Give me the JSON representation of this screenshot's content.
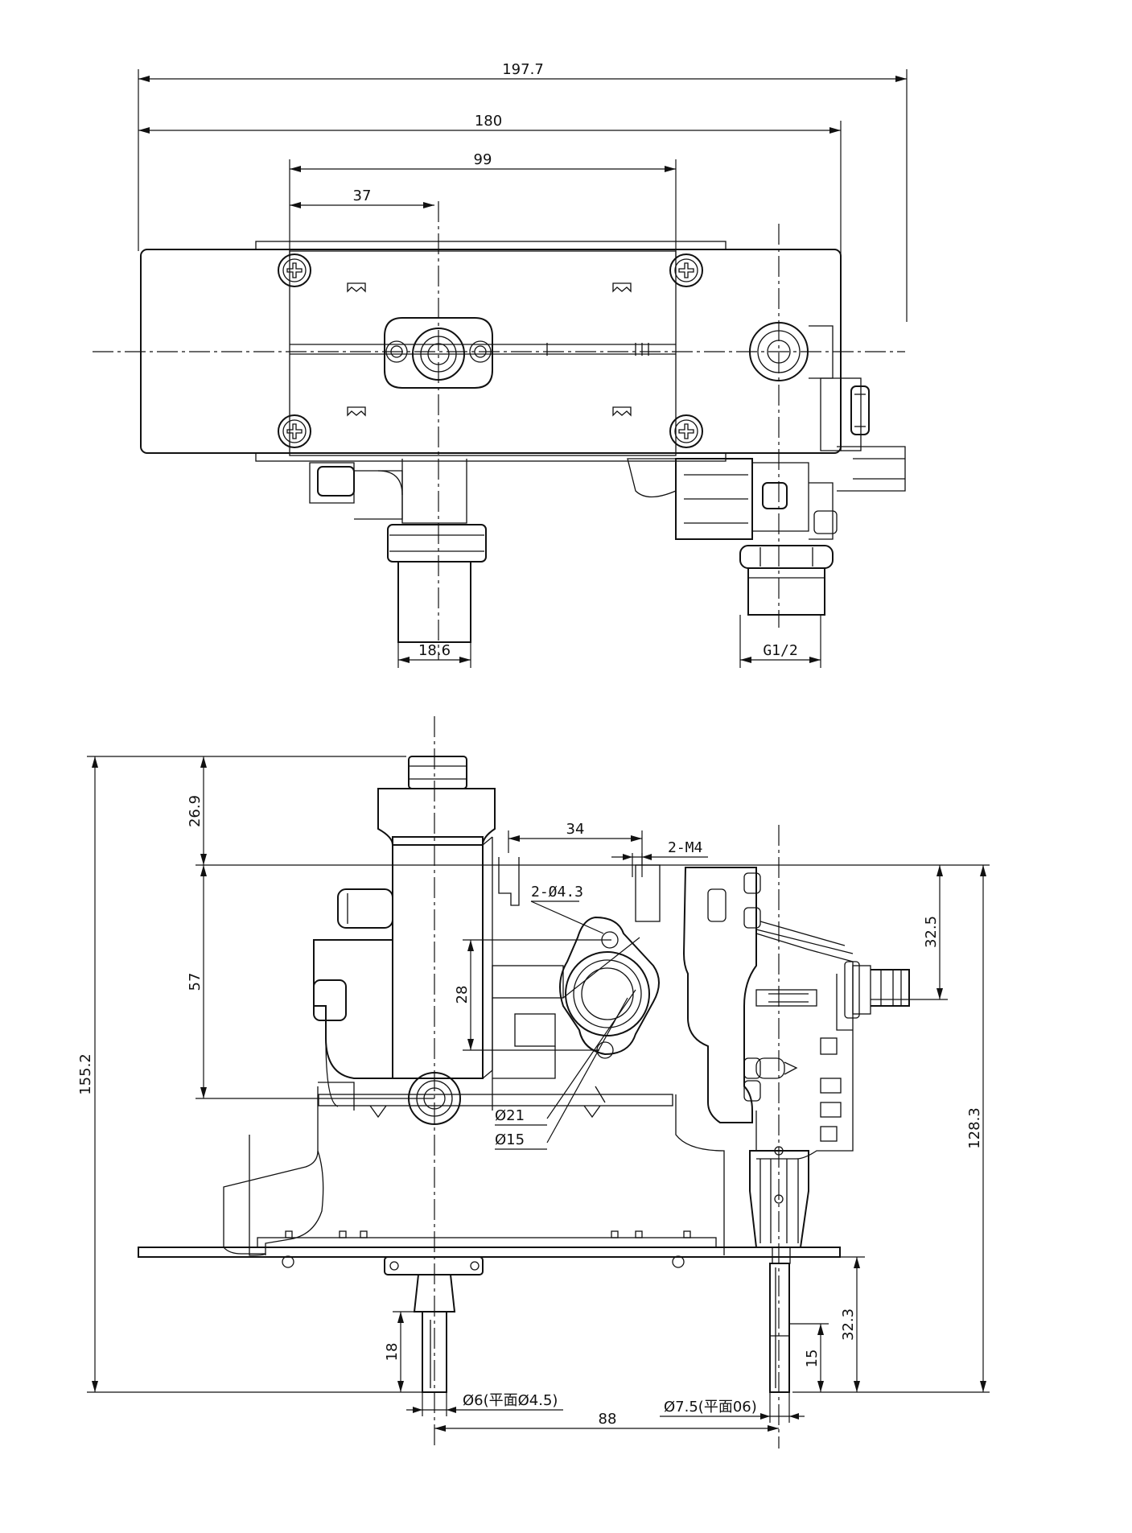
{
  "top_view": {
    "dim_overall_width": "197.7",
    "dim_plate_width": "180",
    "dim_hole_spacing": "99",
    "dim_center_offset": "37",
    "dim_inlet_diameter": "18.6",
    "dim_outlet_thread": "G1/2"
  },
  "front_view": {
    "dim_top_height": "26.9",
    "dim_body_height": "57",
    "dim_total_height": "155.2",
    "dim_port_offset": "34",
    "label_screw": "2-M4",
    "label_holes": "2-Ø4.3",
    "dim_flange_height": "28",
    "dim_outer_dia": "Ø21",
    "dim_inner_dia": "Ø15",
    "dim_right_height": "32.5",
    "dim_right_total": "128.3",
    "dim_shaft_left_len": "18",
    "label_shaft_left": "Ø6(平面Ø4.5)",
    "label_shaft_right": "Ø7.5(平面06)",
    "dim_shaft_right_len": "15",
    "dim_shaft_right_total": "32.3",
    "dim_shaft_spacing": "88"
  }
}
